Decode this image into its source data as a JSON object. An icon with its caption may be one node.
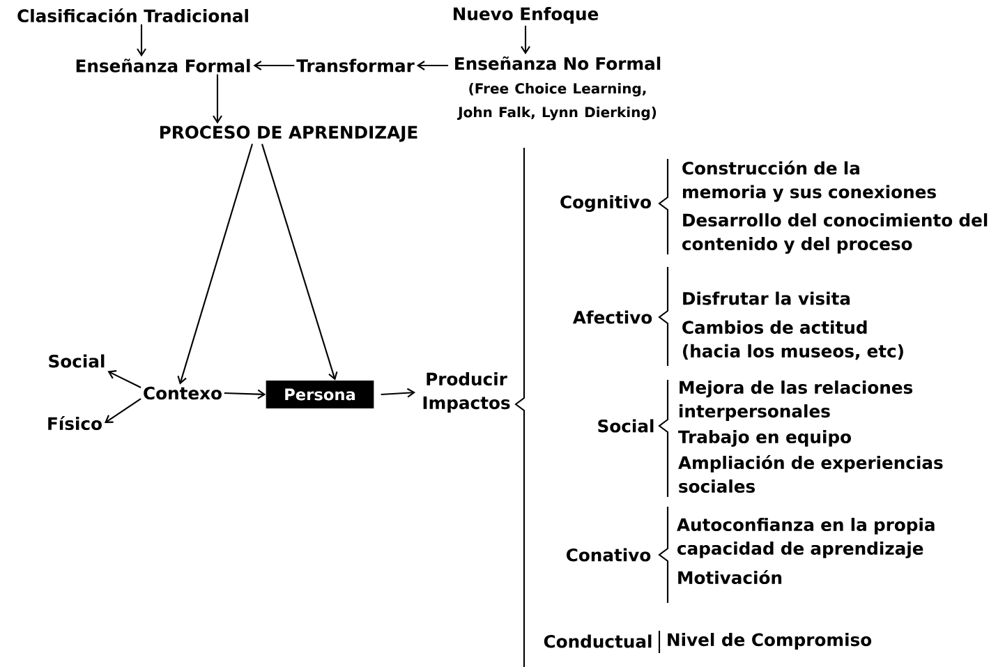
{
  "diagram": {
    "nodes": [
      {
        "text": [
          "Clasificación Tradicional"
        ]
      },
      {
        "text": [
          "Nuevo Enfoque"
        ]
      },
      {
        "text": [
          "Enseñanza Formal"
        ]
      },
      {
        "text": [
          "Transformar"
        ]
      },
      {
        "text": [
          "Enseñanza No Formal",
          "(Free Choice Learning, John Falk, Lynn Dierking)"
        ]
      },
      {
        "text": [
          "PROCESO DE APRENDIZAJE"
        ]
      },
      {
        "text": [
          "Social"
        ]
      },
      {
        "text": [
          "Contexo"
        ]
      },
      {
        "text": [
          "Físico"
        ]
      },
      {
        "text": [
          "Persona"
        ]
      },
      {
        "text": [
          "Producir Impactos"
        ]
      },
      {
        "text": [
          "Cognitivo"
        ]
      },
      {
        "text": [
          "Construcción de la memoria y sus conexiones"
        ]
      },
      {
        "text": [
          "Desarrollo del conocimiento del contenido y del proceso"
        ]
      },
      {
        "text": [
          "Afectivo"
        ]
      },
      {
        "text": [
          "Disfrutar la visita"
        ]
      },
      {
        "text": [
          "Cambios de actitud (hacia los museos, etc)"
        ]
      },
      {
        "text": [
          "Social"
        ]
      },
      {
        "text": [
          "Mejora de las relaciones interpersonales"
        ]
      },
      {
        "text": [
          "Trabajo en equipo"
        ]
      },
      {
        "text": [
          "Ampliación de experiencias sociales"
        ]
      },
      {
        "text": [
          "Conativo"
        ]
      },
      {
        "text": [
          "Autoconfianza en la propia capacidad de aprendizaje"
        ]
      },
      {
        "text": [
          "Motivación"
        ]
      },
      {
        "text": [
          "Conductual"
        ]
      },
      {
        "text": [
          "Nivel de Compromiso"
        ]
      }
    ],
    "edges": [
      {
        "from": 0,
        "to": 2,
        "arrow": "to"
      },
      {
        "from": 1,
        "to": 4,
        "arrow": "to"
      },
      {
        "from": 4,
        "to": 3,
        "arrow": "to"
      },
      {
        "from": 3,
        "to": 2,
        "arrow": "to"
      },
      {
        "from": 2,
        "to": 5,
        "arrow": "to"
      },
      {
        "from": 5,
        "to": 7,
        "arrow": "to"
      },
      {
        "from": 5,
        "to": 9,
        "arrow": "to"
      },
      {
        "from": 7,
        "to": 6,
        "arrow": "to"
      },
      {
        "from": 7,
        "to": 8,
        "arrow": "to"
      },
      {
        "from": 7,
        "to": 9,
        "arrow": "to"
      },
      {
        "from": 9,
        "to": 10,
        "arrow": "to"
      }
    ]
  }
}
